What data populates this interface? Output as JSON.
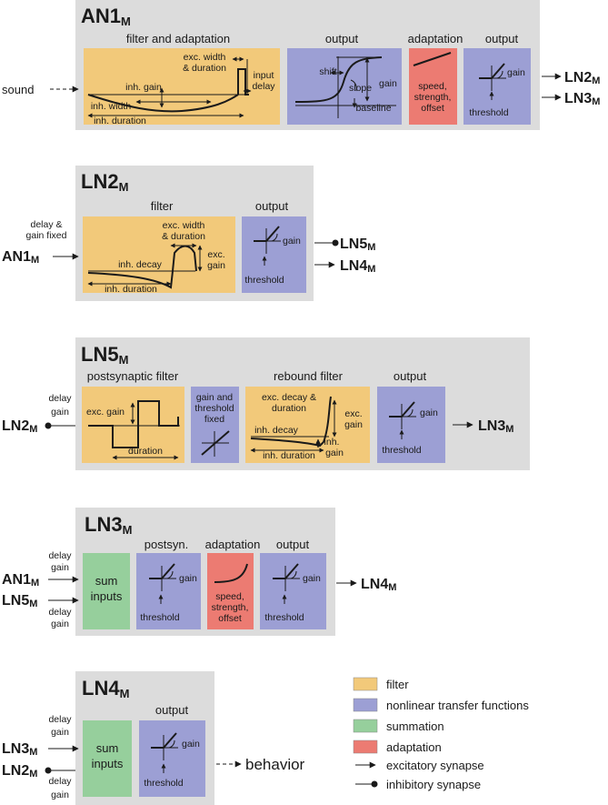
{
  "an1": {
    "title": "AN1",
    "sub": "M",
    "input": "sound",
    "sec_filter": "filter and adaptation",
    "sec_output1": "output",
    "sec_adapt": "adaptation",
    "sec_output2": "output",
    "exc_width_1": "exc. width",
    "exc_width_2": "& duration",
    "input_delay_1": "input",
    "input_delay_2": "delay",
    "inh_gain": "inh. gain",
    "inh_width": "inh. width",
    "inh_duration": "inh. duration",
    "shift": "shift",
    "slope": "slope",
    "gain": "gain",
    "baseline": "baseline",
    "adapt_1": "speed,",
    "adapt_2": "strength,",
    "adapt_3": "offset",
    "out_gain": "gain",
    "threshold": "threshold",
    "out_a": "LN2",
    "out_b": "LN3"
  },
  "ln2": {
    "title": "LN2",
    "sub": "M",
    "in_note_1": "delay &",
    "in_note_2": "gain fixed",
    "input": "AN1",
    "sec_filter": "filter",
    "sec_output": "output",
    "exc_width_1": "exc. width",
    "exc_width_2": "& duration",
    "exc_gain_1": "exc.",
    "exc_gain_2": "gain",
    "inh_decay": "inh. decay",
    "inh_duration": "inh. duration",
    "out_gain": "gain",
    "threshold": "threshold",
    "out_a": "LN5",
    "out_b": "LN4"
  },
  "ln5": {
    "title": "LN5",
    "sub": "M",
    "in_note_1": "delay",
    "in_note_2": "gain",
    "input": "LN2",
    "sec_post": "postsynaptic filter",
    "sec_rebound": "rebound filter",
    "sec_output": "output",
    "exc_gain": "exc. gain",
    "duration": "duration",
    "fixed_1": "gain and",
    "fixed_2": "threshold",
    "fixed_3": "fixed",
    "exc_decay_1": "exc. decay &",
    "exc_decay_2": "duration",
    "exc_gain2_1": "exc.",
    "exc_gain2_2": "gain",
    "inh_decay": "inh. decay",
    "inh_gain_1": "inh.",
    "inh_gain_2": "gain",
    "inh_duration": "inh. duration",
    "out_gain": "gain",
    "threshold": "threshold",
    "out": "LN3"
  },
  "ln3": {
    "title": "LN3",
    "sub": "M",
    "in_note_1": "delay",
    "in_note_2": "gain",
    "in_note_3": "delay",
    "in_note_4": "gain",
    "input_a": "AN1",
    "input_b": "LN5",
    "sum_1": "sum",
    "sum_2": "inputs",
    "sec_post": "postsyn.",
    "sec_adapt": "adaptation",
    "sec_output": "output",
    "post_gain": "gain",
    "post_threshold": "threshold",
    "adapt_1": "speed,",
    "adapt_2": "strength,",
    "adapt_3": "offset",
    "out_gain": "gain",
    "threshold": "threshold",
    "out": "LN4"
  },
  "ln4": {
    "title": "LN4",
    "sub": "M",
    "in_note_1": "delay",
    "in_note_2": "gain",
    "in_note_3": "delay",
    "in_note_4": "gain",
    "input_a": "LN3",
    "input_b": "LN2",
    "sum_1": "sum",
    "sum_2": "inputs",
    "sec_output": "output",
    "out_gain": "gain",
    "threshold": "threshold",
    "out": "behavior"
  },
  "legend": {
    "filter": "filter",
    "nonlinear": "nonlinear transfer functions",
    "summation": "summation",
    "adaptation": "adaptation",
    "excitatory": "excitatory synapse",
    "inhibitory": "inhibitory synapse"
  },
  "colors": {
    "panel": "#dcdcdc",
    "filter": "#f2c97a",
    "nonlinear": "#9c9fd4",
    "summation": "#96cf9c",
    "adaptation": "#ec7b72"
  }
}
